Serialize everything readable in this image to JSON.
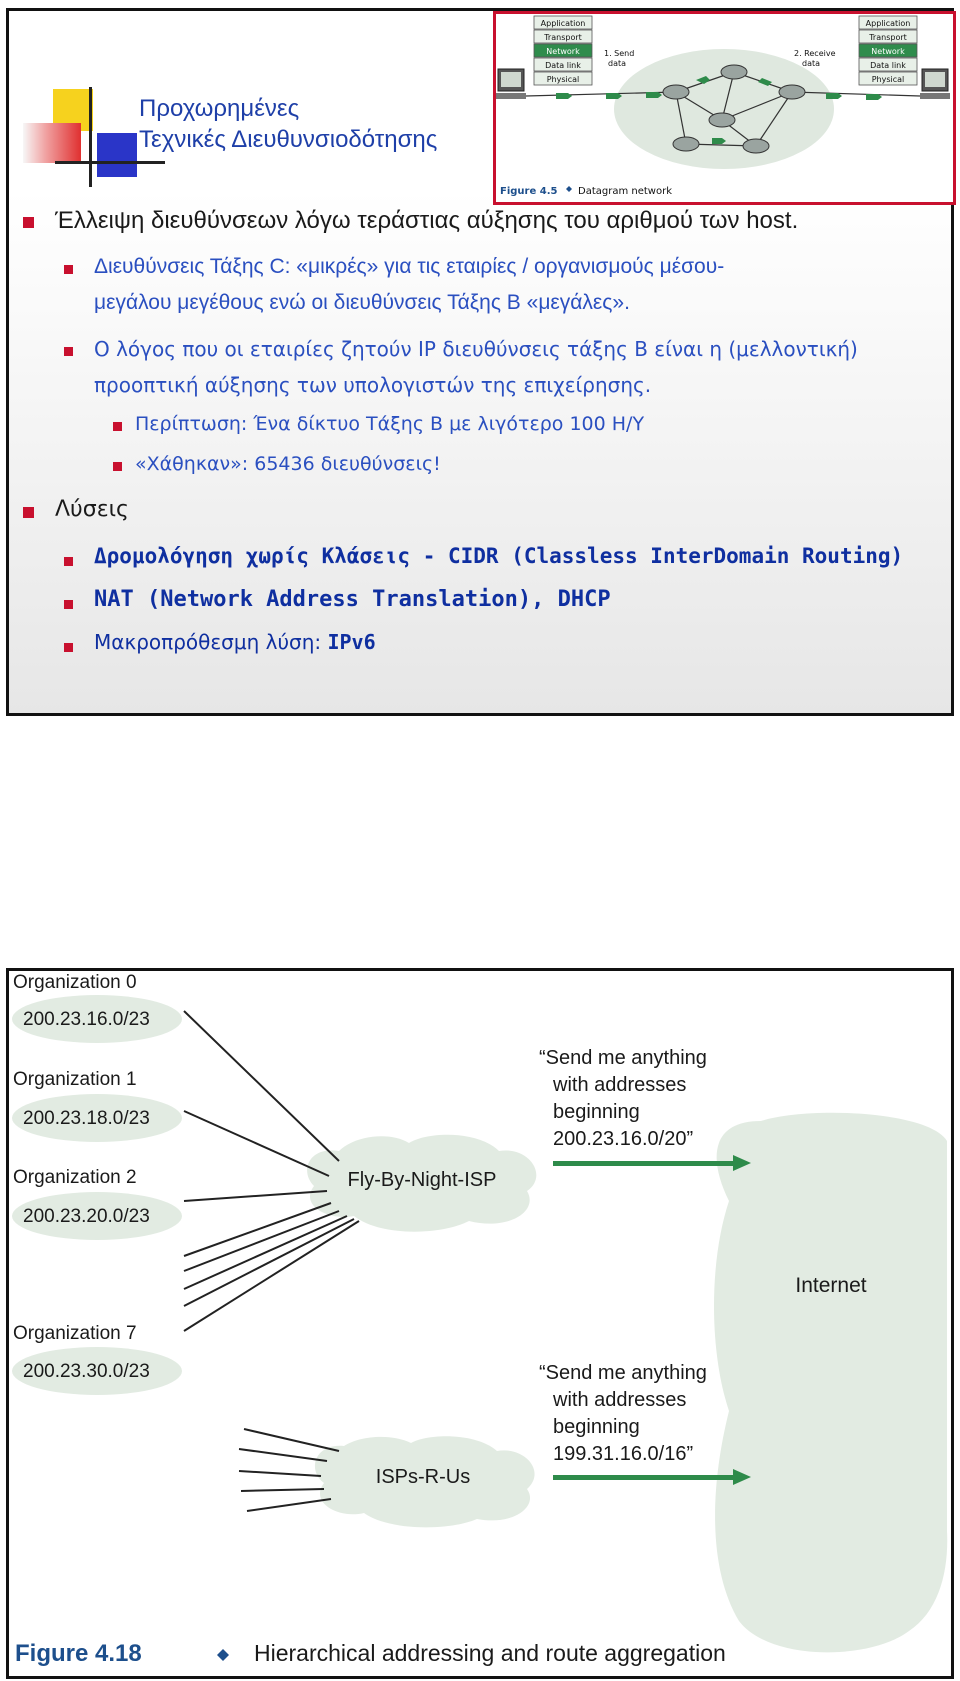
{
  "slide1": {
    "title_line1": "Προχωρημένες",
    "title_line2": "Τεχνικές Διευθυνσιοδότησης",
    "figure45": {
      "layers": [
        "Application",
        "Transport",
        "Network",
        "Data link",
        "Physical"
      ],
      "send_label_1": "1. Send",
      "send_label_2": "data",
      "receive_label_1": "2. Receive",
      "receive_label_2": "data",
      "caption_num": "Figure 4.5",
      "caption_text": "Datagram network"
    },
    "bullets": {
      "b1": "Έλλειψη διευθύνσεων λόγω τεράστιας αύξησης του αριθμού των host.",
      "b1_1_line1": "Διευθύνσεις Τάξης C: «μικρές» για τις εταιρίες / οργανισμούς μέσου-",
      "b1_1_line2": "μεγάλου μεγέθους ενώ οι διευθύνσεις Τάξης B «μεγάλες».",
      "b1_2_line1": "Ο λόγος που οι εταιρίες ζητούν IP διευθύνσεις τάξης B είναι η (μελλοντική)",
      "b1_2_line2": "προοπτική αύξησης των υπολογιστών της επιχείρησης.",
      "b1_2_1": "Περίπτωση: Ένα δίκτυο Τάξης B με λιγότερο 100 Η/Υ",
      "b1_2_2": "«Χάθηκαν»: 65436 διευθύνσεις!",
      "b2": "Λύσεις",
      "b2_1": "Δρομολόγηση χωρίς Κλάσεις - CIDR (Classless InterDomain Routing)",
      "b2_2": "NAT (Network Address Translation), DHCP",
      "b2_3_prefix": "Μακροπρόθεσμη λύση: ",
      "b2_3_bold": "IPv6"
    }
  },
  "slide2": {
    "orgs": [
      {
        "name": "Organization 0",
        "prefix": "200.23.16.0/23"
      },
      {
        "name": "Organization 1",
        "prefix": "200.23.18.0/23"
      },
      {
        "name": "Organization 2",
        "prefix": "200.23.20.0/23"
      },
      {
        "name": "Organization 7",
        "prefix": "200.23.30.0/23"
      }
    ],
    "isp1": "Fly-By-Night-ISP",
    "isp2": "ISPs-R-Us",
    "internet": "Internet",
    "ad1": [
      "“Send me anything",
      "with addresses",
      "beginning",
      "200.23.16.0/20”"
    ],
    "ad2": [
      "“Send me anything",
      "with addresses",
      "beginning",
      "199.31.16.0/16”"
    ],
    "caption_num": "Figure 4.18",
    "caption_text": "Hierarchical addressing and route aggregation",
    "colors": {
      "cloud": "#e2ebe2",
      "arrow": "#2e8b4a",
      "caption_num": "#1d4f8c"
    }
  }
}
